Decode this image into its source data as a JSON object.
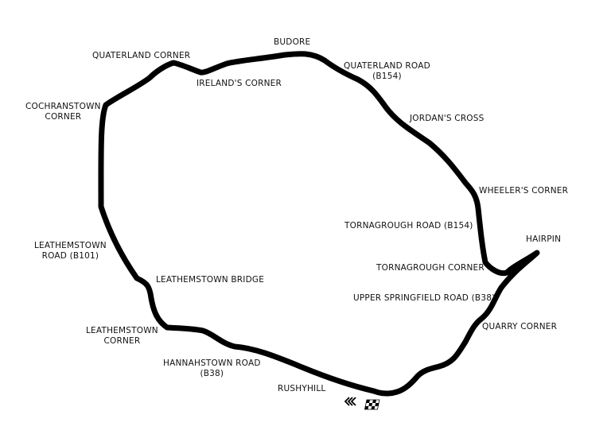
{
  "map": {
    "colors": {
      "track": "#000000",
      "background": "#ffffff",
      "text": "#111111"
    },
    "icons": [
      "direction-chevrons-icon",
      "chequered-flag-icon"
    ],
    "labels": {
      "budore": "BUDORE",
      "quaterland_corner": "QUATERLAND CORNER",
      "irelands_corner": "IRELAND'S CORNER",
      "quaterland_road": "QUATERLAND ROAD",
      "quaterland_road_code": "(B154)",
      "cochranstown_1": "COCHRANSTOWN",
      "cochranstown_2": "CORNER",
      "jordans_cross": "JORDAN'S CROSS",
      "wheelers_corner": "WHEELER'S CORNER",
      "hairpin": "HAIRPIN",
      "tornagrough_road": "TORNAGROUGH ROAD (B154)",
      "tornagrough_corner": "TORNAGROUGH CORNER",
      "upper_springfield_road": "UPPER SPRINGFIELD ROAD (B38)",
      "quarry_corner": "QUARRY CORNER",
      "leathemstown_road_1": "LEATHEMSTOWN",
      "leathemstown_road_2": "ROAD (B101)",
      "leathemstown_bridge": "LEATHEMSTOWN BRIDGE",
      "leathemstown_corner_1": "LEATHEMSTOWN",
      "leathemstown_corner_2": "CORNER",
      "hannahstown_road": "HANNAHSTOWN ROAD",
      "hannahstown_road_code": "(B38)",
      "rushyhill": "RUSHYHILL"
    }
  }
}
